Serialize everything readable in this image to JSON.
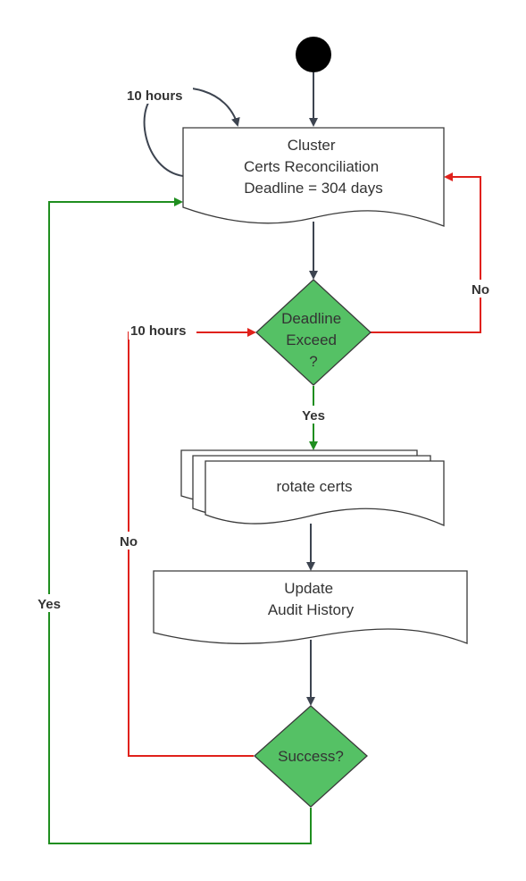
{
  "colors": {
    "decision_fill": "#55c165",
    "dark_edge": "#3d4450",
    "red_edge": "#e0211b",
    "green_edge": "#1f8e1f"
  },
  "nodes": {
    "cluster": {
      "lines": [
        "Cluster",
        "Certs Reconciliation",
        "Deadline = 304 days"
      ]
    },
    "deadline": {
      "lines": [
        "Deadline",
        "Exceed",
        "?"
      ]
    },
    "rotate": {
      "lines": [
        "rotate certs"
      ]
    },
    "audit": {
      "lines": [
        "Update",
        "Audit History"
      ]
    },
    "success": {
      "lines": [
        "Success?"
      ]
    }
  },
  "edge_labels": {
    "loop_cluster": "10 hours",
    "loop_deadline": "10 hours",
    "deadline_no": "No",
    "deadline_yes": "Yes",
    "success_no": "No",
    "success_yes": "Yes"
  }
}
